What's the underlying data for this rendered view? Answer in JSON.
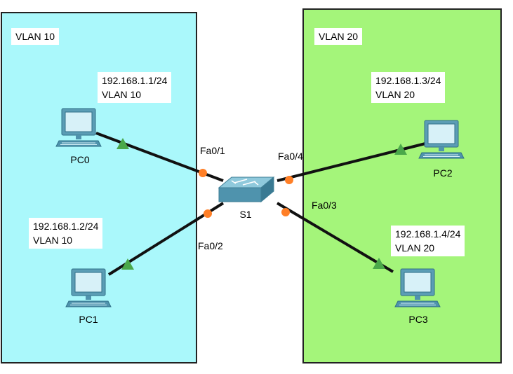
{
  "zones": [
    {
      "id": "vlan10",
      "label": "VLAN 10",
      "color": "#aaf8fb"
    },
    {
      "id": "vlan20",
      "label": "VLAN 20",
      "color": "#a4f57a"
    }
  ],
  "switch": {
    "name": "S1",
    "color": "#5b9db5"
  },
  "pcs": [
    {
      "name": "PC0",
      "ip": "192.168.1.1/24",
      "vlan": "VLAN 10"
    },
    {
      "name": "PC1",
      "ip": "192.168.1.2/24",
      "vlan": "VLAN 10"
    },
    {
      "name": "PC2",
      "ip": "192.168.1.3/24",
      "vlan": "VLAN 20"
    },
    {
      "name": "PC3",
      "ip": "192.168.1.4/24",
      "vlan": "VLAN 20"
    }
  ],
  "ports": [
    "Fa0/1",
    "Fa0/2",
    "Fa0/4",
    "Fa0/3"
  ],
  "colors": {
    "link": "#111111",
    "switch_port": "#ff7f27",
    "pc_port": "#4aa84a",
    "border": "#222222"
  }
}
